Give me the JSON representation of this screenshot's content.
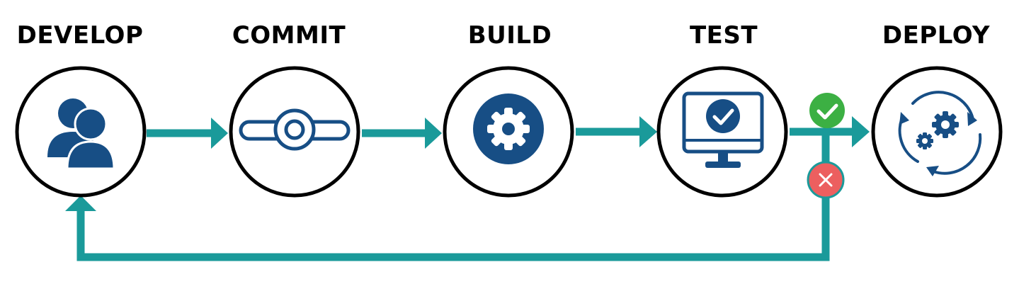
{
  "stages": [
    {
      "label": "DEVELOP",
      "icon": "users-icon"
    },
    {
      "label": "COMMIT",
      "icon": "git-commit-icon"
    },
    {
      "label": "BUILD",
      "icon": "gear-icon"
    },
    {
      "label": "TEST",
      "icon": "monitor-check-icon"
    },
    {
      "label": "DEPLOY",
      "icon": "cycle-gears-icon"
    }
  ],
  "status": {
    "pass_icon": "check-circle-icon",
    "fail_icon": "x-circle-icon"
  },
  "colors": {
    "arrow": "#1a9a9a",
    "icon": "#174e85",
    "pass": "#3cb043",
    "fail": "#ec5f5f",
    "node_border": "#000000"
  }
}
